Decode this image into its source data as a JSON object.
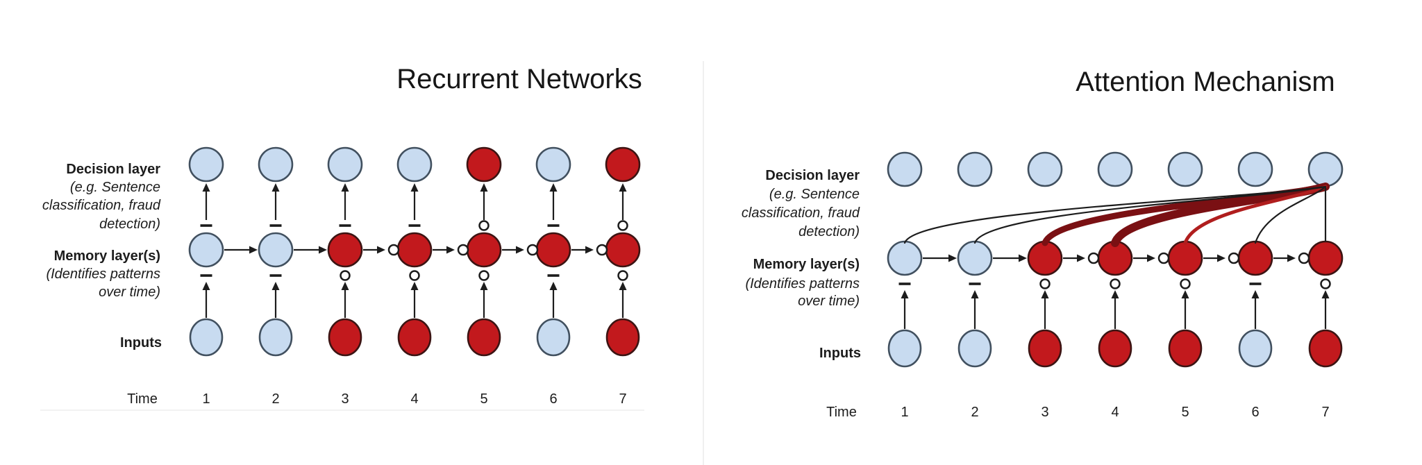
{
  "colors": {
    "node_blue": "#c8dbf0",
    "node_blue_border": "#41505f",
    "node_red": "#c2191d",
    "node_red_border": "#3c1413",
    "ink": "#1c1c1c",
    "attention_strong": "#7a1013",
    "attention_medium": "#b01e1e",
    "faint_line": "#ededed"
  },
  "left": {
    "title": "Recurrent Networks",
    "decision_label": {
      "heading": "Decision layer",
      "lines": [
        "(e.g. Sentence",
        "classification, fraud",
        "detection)"
      ]
    },
    "memory_label": {
      "heading": "Memory layer(s)",
      "lines": [
        "(Identifies patterns",
        "over time)"
      ]
    },
    "inputs_label": "Inputs",
    "time_label": "Time",
    "time_values": [
      "1",
      "2",
      "3",
      "4",
      "5",
      "6",
      "7"
    ],
    "decision_nodes": [
      "blue",
      "blue",
      "blue",
      "blue",
      "red",
      "blue",
      "red"
    ],
    "memory_nodes": [
      "blue",
      "blue",
      "red",
      "red",
      "red",
      "red",
      "red"
    ],
    "input_nodes": [
      "blue",
      "blue",
      "red",
      "red",
      "red",
      "blue",
      "red"
    ],
    "upper_marks": [
      "dash",
      "dash",
      "dash",
      "dash",
      "o",
      "dash",
      "o"
    ],
    "lower_marks": [
      "dash",
      "dash",
      "o",
      "o",
      "o",
      "dash",
      "o"
    ],
    "memory_links": [
      "plain",
      "plain",
      "gated",
      "gated",
      "gated",
      "gated"
    ],
    "decision_arrows": true
  },
  "right": {
    "title": "Attention Mechanism",
    "decision_label": {
      "heading": "Decision layer",
      "lines": [
        "(e.g. Sentence",
        "classification, fraud",
        "detection)"
      ]
    },
    "memory_label": {
      "heading": "Memory layer(s)",
      "lines": [
        "(Identifies patterns",
        "over time)"
      ]
    },
    "inputs_label": "Inputs",
    "time_label": "Time",
    "time_values": [
      "1",
      "2",
      "3",
      "4",
      "5",
      "6",
      "7"
    ],
    "decision_nodes": [
      "blue",
      "blue",
      "blue",
      "blue",
      "blue",
      "blue",
      "blue"
    ],
    "memory_nodes": [
      "blue",
      "blue",
      "red",
      "red",
      "red",
      "red",
      "red"
    ],
    "input_nodes": [
      "blue",
      "blue",
      "red",
      "red",
      "red",
      "blue",
      "red"
    ],
    "upper_marks": null,
    "lower_marks": [
      "dash",
      "dash",
      "o",
      "o",
      "o",
      "dash",
      "o"
    ],
    "memory_links": [
      "plain",
      "plain",
      "gated",
      "gated",
      "gated",
      "gated"
    ],
    "decision_arrows": false,
    "attention_target_time": "7",
    "attention_links": [
      {
        "from_time": "1",
        "strength": "weak"
      },
      {
        "from_time": "2",
        "strength": "weak"
      },
      {
        "from_time": "3",
        "strength": "strong"
      },
      {
        "from_time": "4",
        "strength": "strongest"
      },
      {
        "from_time": "5",
        "strength": "medium"
      },
      {
        "from_time": "6",
        "strength": "weak"
      },
      {
        "from_time": "7",
        "strength": "direct"
      }
    ]
  }
}
